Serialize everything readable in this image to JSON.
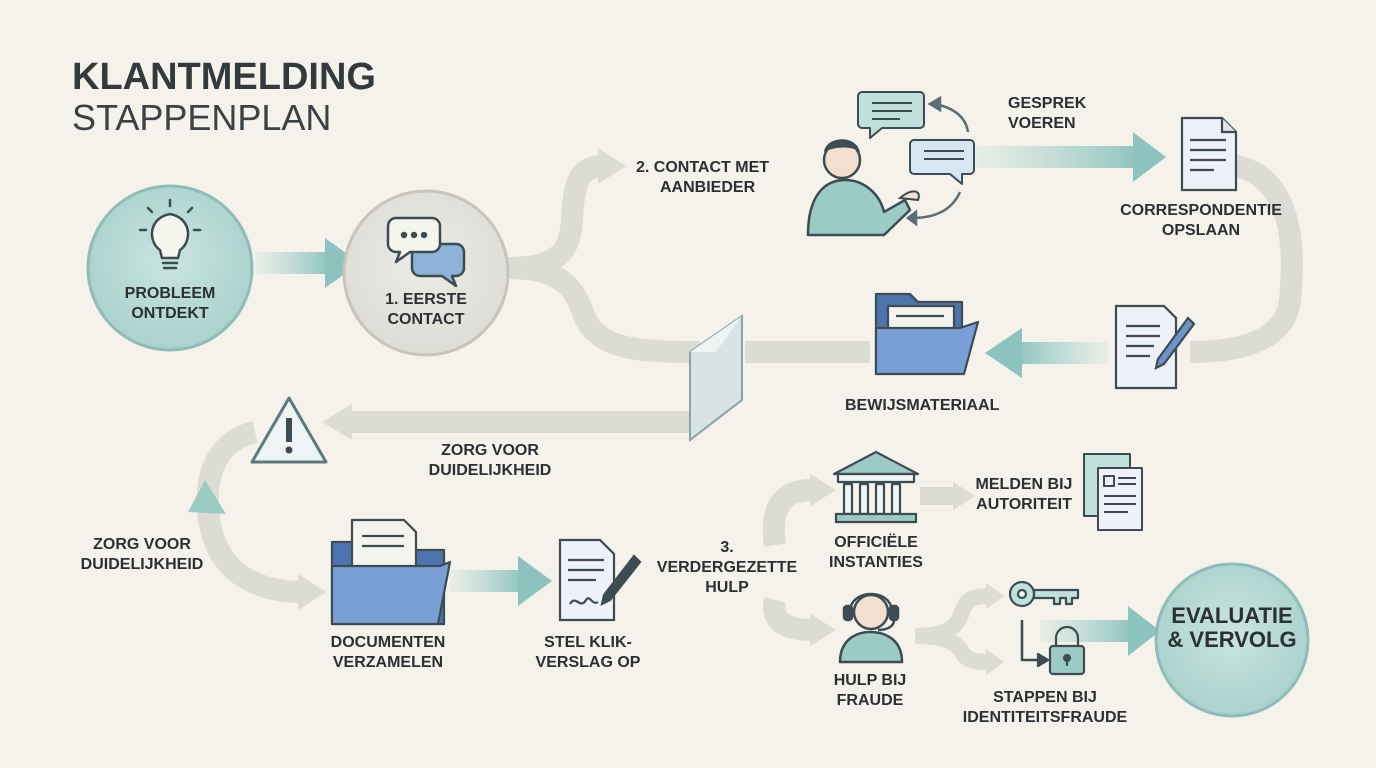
{
  "title": {
    "line1": "KLANTMELDING",
    "line2": "STAPPENPLAN"
  },
  "colors": {
    "teal": "#a9d3cf",
    "teal_dark": "#5f9794",
    "blue": "#6e93c9",
    "grey_arrow": "#dcdbd4",
    "ink": "#2b3034",
    "background": "#f4f2ea"
  },
  "nodes": {
    "probleem": {
      "line1": "PROBLEEM",
      "line2": "ONTDEKT",
      "icon": "lightbulb-icon"
    },
    "eerste_contact": {
      "line1": "1. EERSTE",
      "line2": "CONTACT",
      "icon": "chat-bubbles-icon"
    },
    "contact_aanbieder": {
      "line1": "2. CONTACT MET",
      "line2": "AANBIEDER"
    },
    "gesprek": {
      "line1": "GESPREK",
      "line2": "VOEREN",
      "icon": "person-talking-icon"
    },
    "correspondentie": {
      "line1": "CORRESPONDENTIE",
      "line2": "OPSLAAN",
      "icon": "document-icon"
    },
    "bewijsmateriaal": {
      "label": "BEWIJSMATERIAAL",
      "icon": "folder-icon"
    },
    "zorg_1": {
      "line1": "ZORG VOOR",
      "line2": "DUIDELIJKHEID"
    },
    "zorg_2": {
      "line1": "ZORG VOOR",
      "line2": "DUIDELIJKHEID",
      "icon": "warning-icon"
    },
    "documenten": {
      "line1": "DOCUMENTEN",
      "line2": "VERZAMELEN",
      "icon": "folder-documents-icon"
    },
    "verslag": {
      "line1": "STEL KLIK-",
      "line2": "VERSLAG OP",
      "icon": "document-pen-icon"
    },
    "vervolg_hulp": {
      "line1": "3.",
      "line2": "VERDERGEZETTE",
      "line3": "HULP"
    },
    "officiele": {
      "line1": "OFFICIËLE",
      "line2": "INSTANTIES",
      "icon": "government-building-icon"
    },
    "melden": {
      "line1": "MELDEN BIJ",
      "line2": "AUTORITEIT",
      "icon": "report-form-icon"
    },
    "fraude": {
      "line1": "HULP BIJ",
      "line2": "FRAUDE",
      "icon": "headset-agent-icon"
    },
    "identiteit": {
      "line1": "STAPPEN BIJ",
      "line2": "IDENTITEITSFRAUDE",
      "icon": "key-lock-icon"
    },
    "evaluatie": {
      "line1": "EVALUATIE",
      "line2": "& VERVOLG"
    }
  }
}
